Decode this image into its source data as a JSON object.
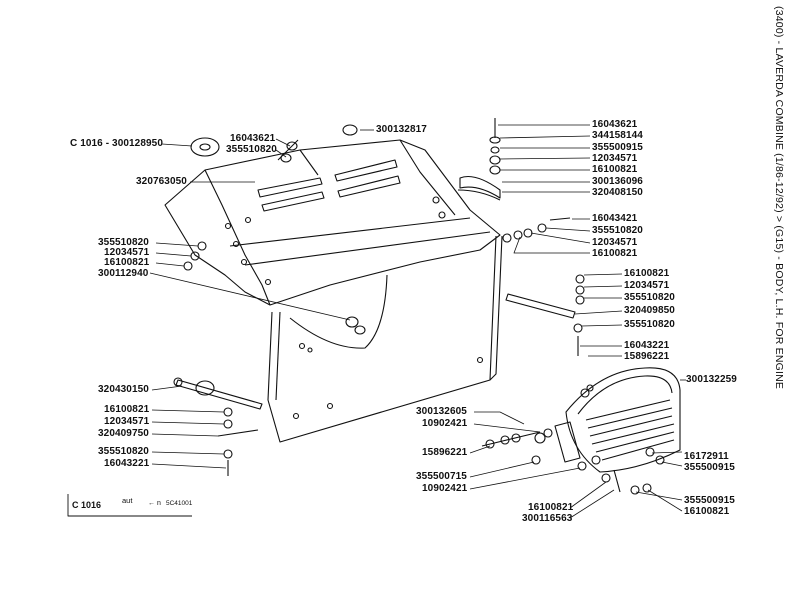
{
  "title": "(3400) - LAVERDA COMBINE (1/86-12/92) > (G15) - BODY, L.H. FOR ENGINE",
  "stamp": {
    "code": "C 1016",
    "word": "aut",
    "arrow": "←",
    "n": "n",
    "number": "5C41001"
  },
  "labels": {
    "l01": "C 1016 - 300128950",
    "l02": "16043621",
    "l03": "355510820",
    "l04": "300132817",
    "l05": "320763050",
    "l06": "355510820",
    "l07": "12034571",
    "l08": "16100821",
    "l09": "300112940",
    "l10": "320430150",
    "l11": "16100821",
    "l12": "12034571",
    "l13": "320409750",
    "l14": "355510820",
    "l15": "16043221",
    "l16": "16043621",
    "l17": "344158144",
    "l18": "355500915",
    "l19": "12034571",
    "l20": "16100821",
    "l21": "300136096",
    "l22": "320408150",
    "l23": "16043421",
    "l24": "355510820",
    "l25": "12034571",
    "l26": "16100821",
    "l27": "16100821",
    "l28": "12034571",
    "l29": "355510820",
    "l30": "320409850",
    "l31": "355510820",
    "l32": "16043221",
    "l33": "15896221",
    "l34": "300132259",
    "l35": "300132605",
    "l36": "10902421",
    "l37": "15896221",
    "l38": "355500715",
    "l39": "10902421",
    "l40": "16100821",
    "l41": "300116563",
    "l42": "16172911",
    "l43": "355500915",
    "l44": "355500915",
    "l45": "16100821"
  }
}
